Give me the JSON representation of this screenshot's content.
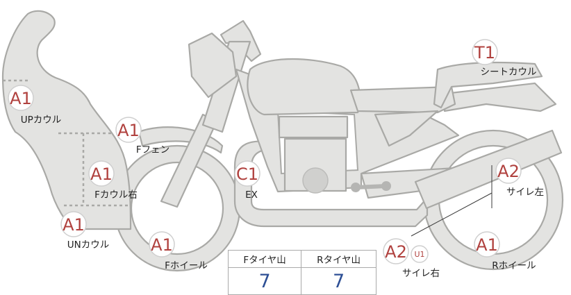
{
  "parts": [
    {
      "id": "up-cowl",
      "grade": "A1",
      "label": "UPカウル"
    },
    {
      "id": "front-fender",
      "grade": "A1",
      "label": "Fフェン"
    },
    {
      "id": "front-cowl-right",
      "grade": "A1",
      "label": "Fカウル右"
    },
    {
      "id": "under-cowl",
      "grade": "A1",
      "label": "UNカウル"
    },
    {
      "id": "front-wheel",
      "grade": "A1",
      "label": "Fホイール"
    },
    {
      "id": "exhaust",
      "grade": "C1",
      "label": "EX"
    },
    {
      "id": "seat-cowl",
      "grade": "T1",
      "label": "シートカウル"
    },
    {
      "id": "silencer-left",
      "grade": "A2",
      "label": "サイレ左"
    },
    {
      "id": "silencer-right",
      "grade": "A2",
      "sub_grade": "U1",
      "label": "サイレ右"
    },
    {
      "id": "rear-wheel",
      "grade": "A1",
      "label": "Rホイール"
    }
  ],
  "tread_table": {
    "front_header": "Fタイヤ山",
    "rear_header": "Rタイヤ山",
    "front_value": "7",
    "rear_value": "7"
  },
  "colors": {
    "part_fill": "#e3e3e1",
    "part_outline": "#a9a9a6",
    "grade_text": "#b0413e",
    "value_text": "#2d4f95"
  }
}
